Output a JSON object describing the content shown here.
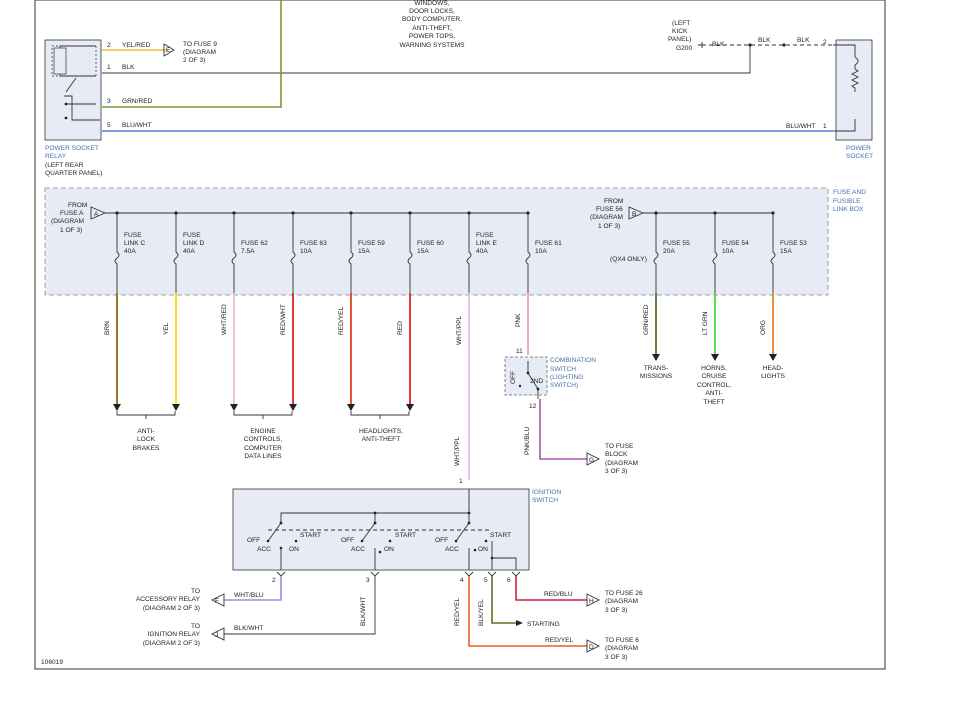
{
  "top_systems": [
    "WINDOWS,",
    "DOOR LOCKS,",
    "BODY COMPUTER,",
    "ANTI-THEFT,",
    "POWER TOPS,",
    "WARNING SYSTEMS"
  ],
  "relay": {
    "label": [
      "POWER SOCKET",
      "RELAY"
    ],
    "location": [
      "(LEFT REAR",
      "QUARTER PANEL)"
    ],
    "pins": [
      {
        "pin": "2",
        "color": "YEL/RED"
      },
      {
        "pin": "1",
        "color": "BLK"
      },
      {
        "pin": "3",
        "color": "GRN/RED"
      },
      {
        "pin": "5",
        "color": "BLU/WHT"
      }
    ],
    "fuse9": [
      "TO FUSE 9",
      "(DIAGRAM",
      "2 OF 3)"
    ],
    "fuse9_conn": "E"
  },
  "ground": {
    "label": [
      "(LEFT",
      "KICK",
      "PANEL)"
    ],
    "id": "G200",
    "wire1": "BLK",
    "wire2": "BLK",
    "wire3": "BLK"
  },
  "socket": {
    "label": [
      "POWER",
      "SOCKET"
    ],
    "pin_top": "2",
    "pin_bottom": "1",
    "wire_bottom": "BLU/WHT"
  },
  "fuse_box": {
    "label": [
      "FUSE AND",
      "FUSIBLE",
      "LINK BOX"
    ],
    "feed_a": {
      "text": [
        "FROM",
        "FUSE A",
        "(DIAGRAM",
        "1 OF 3)"
      ],
      "conn": "A"
    },
    "feed_b": {
      "text": [
        "FROM",
        "FUSE 56",
        "(DIAGRAM",
        "1 OF 3)"
      ],
      "conn": "B"
    },
    "fuses": [
      {
        "name": [
          "FUSE",
          "LINK C"
        ],
        "rating": "40A",
        "wire": "BRN",
        "color": "#8b6914"
      },
      {
        "name": [
          "FUSE",
          "LINK D"
        ],
        "rating": "40A",
        "wire": "YEL",
        "color": "#f0e000"
      },
      {
        "name": [
          "FUSE 62"
        ],
        "rating": "7.5A",
        "wire": "WHT/RED",
        "color": "#f2b8c8"
      },
      {
        "name": [
          "FUSE 63"
        ],
        "rating": "10A",
        "wire": "RED/WHT",
        "color": "#e02020"
      },
      {
        "name": [
          "FUSE 59"
        ],
        "rating": "15A",
        "wire": "RED/YEL",
        "color": "#e04020"
      },
      {
        "name": [
          "FUSE 60"
        ],
        "rating": "15A",
        "wire": "RED",
        "color": "#e02020"
      },
      {
        "name": [
          "FUSE",
          "LINK E"
        ],
        "rating": "40A",
        "wire": "WHT/PPL",
        "color": "#e8b8e8"
      },
      {
        "name": [
          "FUSE 61"
        ],
        "rating": "10A",
        "wire": "PNK",
        "color": "#f4a0b8"
      },
      {
        "name": [
          "FUSE 55"
        ],
        "rating": "20A",
        "note": "(QX4 ONLY)",
        "wire": "GRN/RED",
        "color": "#556b2f"
      },
      {
        "name": [
          "FUSE 54"
        ],
        "rating": "10A",
        "wire": "LT GRN",
        "color": "#40e040"
      },
      {
        "name": [
          "FUSE 53"
        ],
        "rating": "15A",
        "wire": "ORG",
        "color": "#f08020"
      }
    ]
  },
  "destinations": {
    "abs": [
      "ANTI-",
      "LOCK",
      "BRAKES"
    ],
    "engine": [
      "ENGINE",
      "CONTROLS,",
      "COMPUTER",
      "DATA LINES"
    ],
    "headlights": [
      "HEADLIGHTS,",
      "ANTI-THEFT"
    ],
    "trans": [
      "TRANS-",
      "MISSIONS"
    ],
    "horns": [
      "HORNS,",
      "CRUISE",
      "CONTROL,",
      "ANTI-",
      "THEFT"
    ],
    "headlights2": [
      "HEAD-",
      "LIGHTS"
    ]
  },
  "combo_switch": {
    "label": [
      "COMBINATION",
      "SWITCH",
      "(LIGHTING",
      "SWITCH)"
    ],
    "pin_in": "11",
    "pin_out": "12",
    "pos_off": "OFF",
    "pos_2nd": "2ND",
    "out_wire": "PNK/BLU",
    "out_conn": "G",
    "to": [
      "TO FUSE",
      "BLOCK",
      "(DIAGRAM",
      "3 OF 3)"
    ]
  },
  "ignition": {
    "label": [
      "IGNITION",
      "SWITCH"
    ],
    "in_wire": "WHT/PPL",
    "in_pin": "1",
    "pos": {
      "off": "OFF",
      "acc": "ACC",
      "on": "ON",
      "start": "START"
    },
    "pins": [
      "2",
      "3",
      "4",
      "5",
      "6"
    ],
    "outputs": [
      {
        "wire": "WHT/BLU",
        "conn": "F",
        "to": [
          "TO",
          "ACCESSORY RELAY",
          "(DIAGRAM 2 OF 3)"
        ]
      },
      {
        "wire": "BLK/WHT",
        "conn": "J",
        "to": [
          "TO",
          "IGNITION RELAY",
          "(DIAGRAM 2 OF 3)"
        ]
      },
      {
        "wire": "RED/BLU",
        "conn": "H",
        "to": [
          "TO FUSE 26",
          "(DIAGRAM",
          "3 OF 3)"
        ]
      },
      {
        "wire": "BLK/YEL",
        "to": [
          "STARTING"
        ]
      },
      {
        "wire": "RED/YEL",
        "conn": "D",
        "to": [
          "TO FUSE 6",
          "(DIAGRAM",
          "3 OF 3)"
        ]
      }
    ],
    "vertical_wires": [
      "BLK/WHT",
      "RED/YEL",
      "BLK/YEL"
    ]
  },
  "figure_id": "106019"
}
